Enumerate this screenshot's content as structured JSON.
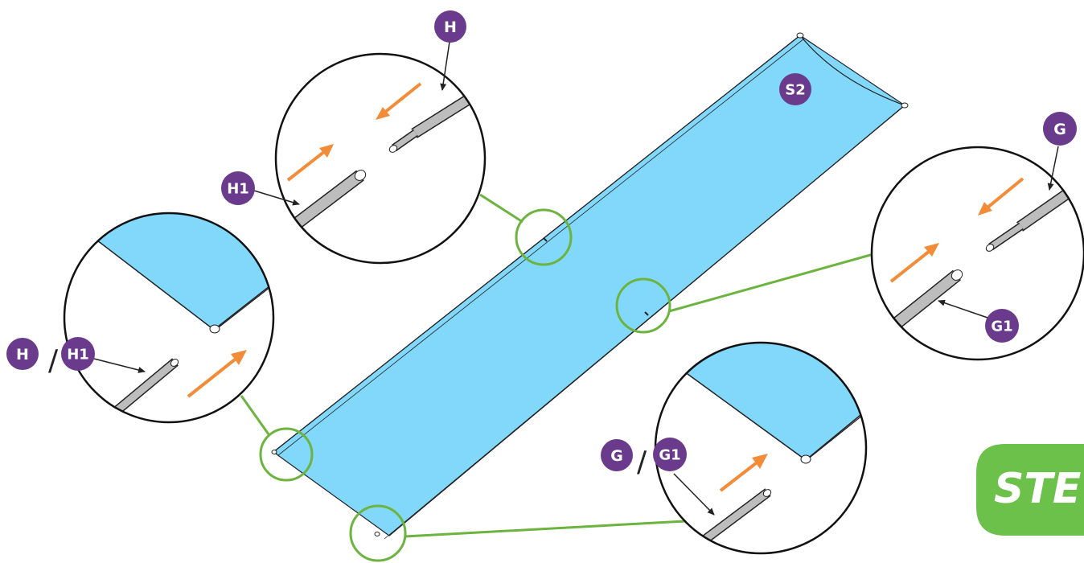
{
  "colors": {
    "fabric": "#82d8fb",
    "callout_ring": "#6cb33f",
    "badge": "#6a3b8c",
    "arrow": "#f28c38",
    "pole": "#b8b8b8",
    "step_badge": "#6cc14b"
  },
  "diagram": {
    "fabric_label": "S2",
    "step_label": "STE",
    "badges": {
      "h_top": "H",
      "h1_top": "H1",
      "g_right": "G",
      "g1_right": "G1",
      "h_left": "H",
      "h1_left": "H1",
      "g_bottom": "G",
      "g1_bottom": "G1"
    },
    "slash": "/"
  }
}
